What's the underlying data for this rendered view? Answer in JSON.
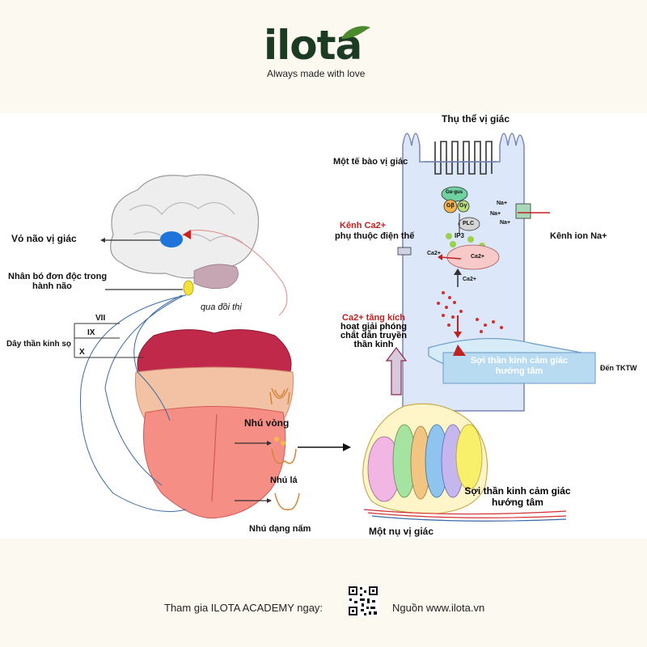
{
  "header": {
    "brand": "ilota",
    "tagline": "Always made with love"
  },
  "diagram": {
    "labels": {
      "taste_receptor": "Thụ thể vị giác",
      "taste_cell": "Một tế bào vị giác",
      "ca_channel_1": "Kênh Ca2+",
      "ca_channel_2": "phụ thuộc điện thế",
      "na_channel": "Kênh ion Na+",
      "gustatory_cortex": "Vỏ não vị giác",
      "nts_1": "Nhân bó đơn độc trong",
      "nts_2": "hành não",
      "via_thalamus": "qua đồi thị",
      "cranial_nerves": "Dây thần kinh sọ",
      "nerve_vii": "VII",
      "nerve_ix": "IX",
      "nerve_x": "X",
      "ca_release_1": "Ca2+ tăng kích",
      "ca_release_2": "hoạt giải phóng",
      "ca_release_3": "chất dẫn truyền",
      "ca_release_4": "thần kinh",
      "sensory_fiber_top_1": "Sợi thần kinh cảm giác",
      "sensory_fiber_top_2": "hướng tâm",
      "to_cns": "Đến TKTW",
      "circumvallate": "Nhú vòng",
      "foliate": "Nhú lá",
      "fungiform": "Nhú dạng nấm",
      "sensory_fiber_bottom_1": "Sợi thần kinh cảm giác",
      "sensory_fiber_bottom_2": "hướng tâm",
      "taste_bud": "Một nụ vị giác"
    },
    "molecules": {
      "ga_gus": "Gα-gus",
      "gb": "Gβ",
      "gy": "Gγ",
      "plc": "PLC",
      "ip3": "IP3",
      "ca_a": "Ca2+",
      "ca_b": "Ca2+",
      "ca_c": "Ca2+",
      "na_1": "Na+",
      "na_2": "Na+",
      "na_3": "Na+"
    },
    "colors": {
      "cell_fill": "#dce8fa",
      "tongue_pink": "#f58e84",
      "tongue_back": "#c0294a",
      "calcium_dots": "#d03030",
      "nerve_blue": "#3a6aa5"
    }
  },
  "footer": {
    "academy": "Tham gia ILOTA ACADEMY ngay:",
    "source": "Nguồn www.ilota.vn"
  }
}
